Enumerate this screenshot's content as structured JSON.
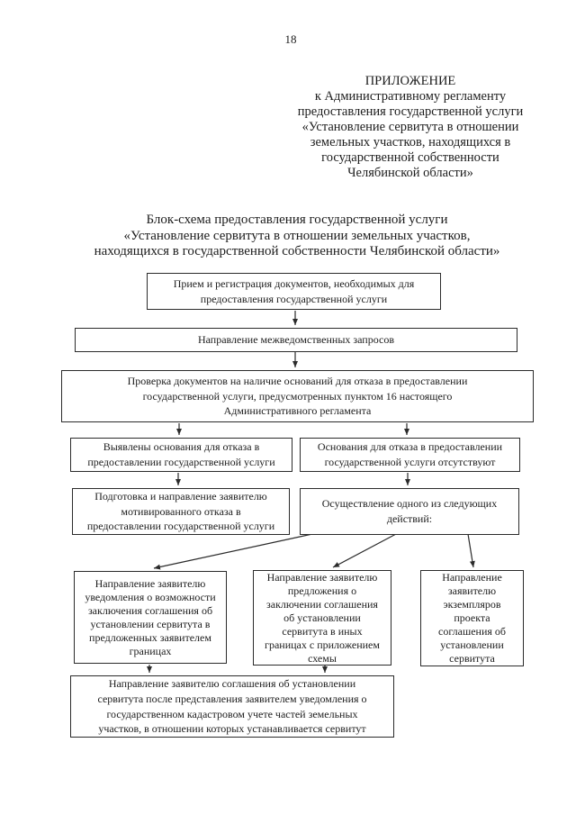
{
  "colors": {
    "text": "#1c1c1c",
    "border": "#2b2b2b",
    "background": "#ffffff"
  },
  "page_number": "18",
  "appendix": {
    "text": "ПРИЛОЖЕНИЕ\nк Административному регламенту\nпредоставления государственной услуги\n«Установление сервитута в отношении\nземельных участков, находящихся в\nгосударственной собственности\nЧелябинской области»"
  },
  "title": {
    "text": "Блок-схема предоставления государственной услуги\n«Установление сервитута в отношении земельных участков,\nнаходящихся в государственной собственности Челябинской области»"
  },
  "nodes": {
    "reception": {
      "text": "Прием и регистрация документов, необходимых для\nпредоставления государственной услуги"
    },
    "interagency": {
      "text": "Направление межведомственных запросов"
    },
    "check": {
      "text": "Проверка документов на наличие оснований для отказа в предоставлении\nгосударственной услуги, предусмотренных пунктом 16 настоящего\nАдминистративного регламента"
    },
    "refusal_found": {
      "text": "Выявлены основания для отказа в\nпредоставлении  государственной услуги"
    },
    "no_refusal": {
      "text": "Основания для отказа в предоставлении\nгосударственной услуги отсутствуют"
    },
    "motivated_refusal": {
      "text": "Подготовка и направление заявителю\nмотивированного отказа в\nпредоставлении государственной услуги"
    },
    "one_of_actions": {
      "text": "Осуществление одного из следующих\nдействий:"
    },
    "notice_proposed": {
      "text": "Направление заявителю\nуведомления о возможности\nзаключения соглашения об\nустановлении сервитута в\nпредложенных заявителем\nграницах"
    },
    "offer_other_boundaries": {
      "text": "Направление заявителю\nпредложения о\nзаключении соглашения\nоб установлении\nсервитута в иных\nграницах с приложением\nсхемы"
    },
    "draft_copies": {
      "text": "Направление\nзаявителю\nэкземпляров\nпроекта\nсоглашения об\nустановлении\nсервитута"
    },
    "final_agreement": {
      "text": "Направление заявителю соглашения об установлении\nсервитута после представления заявителем уведомления о\nгосударственном кадастровом учете частей земельных\nучастков, в отношении которых устанавливается сервитут"
    }
  }
}
